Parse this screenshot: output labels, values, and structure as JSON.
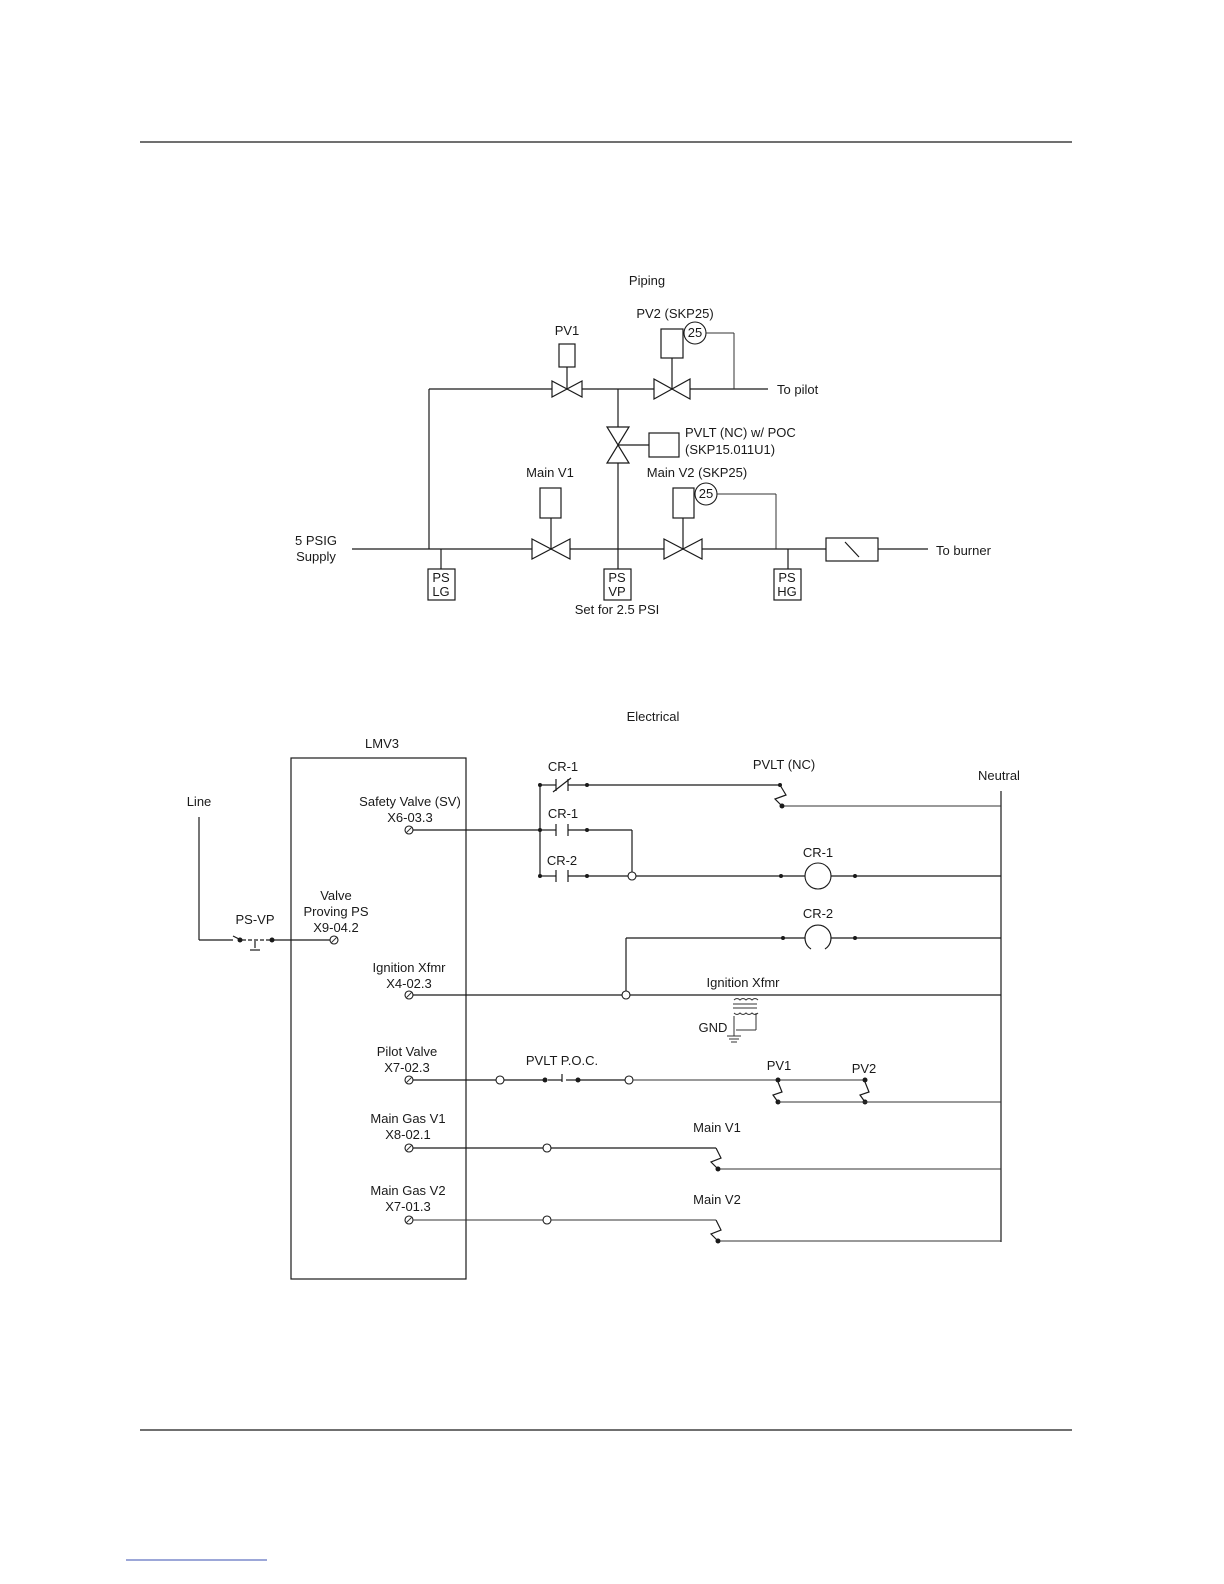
{
  "piping": {
    "title": "Piping",
    "pv1": "PV1",
    "pv2": "PV2 (SKP25)",
    "to_pilot": "To pilot",
    "pvlt_line1": "PVLT (NC) w/ POC",
    "pvlt_line2": "(SKP15.011U1)",
    "main_v1": "Main V1",
    "main_v2": "Main V2 (SKP25)",
    "gauge": "25",
    "supply_line1": "5 PSIG",
    "supply_line2": "Supply",
    "to_burner": "To burner",
    "ps_lg": [
      "PS",
      "LG"
    ],
    "ps_vp": [
      "PS",
      "VP"
    ],
    "ps_hg": [
      "PS",
      "HG"
    ],
    "vp_note": "Set for 2.5 PSI"
  },
  "electrical": {
    "title": "Electrical",
    "lmv3": "LMV3",
    "line": "Line",
    "neutral": "Neutral",
    "ps_vp": "PS-VP",
    "sv": [
      "Safety Valve (SV)",
      "X6-03.3"
    ],
    "vp": [
      "Valve",
      "Proving PS",
      "X9-04.2"
    ],
    "ign": [
      "Ignition Xfmr",
      "X4-02.3"
    ],
    "pilot": [
      "Pilot Valve",
      "X7-02.3"
    ],
    "mgv1": [
      "Main Gas V1",
      "X8-02.1"
    ],
    "mgv2": [
      "Main Gas V2",
      "X7-01.3"
    ],
    "cr1_nc": "CR-1",
    "cr1_no": "CR-1",
    "cr2_no": "CR-2",
    "pvlt_nc": "PVLT (NC)",
    "cr1_coil": "CR-1",
    "cr2_coil": "CR-2",
    "ign_xfmr": "Ignition Xfmr",
    "gnd": "GND",
    "pvlt_poc": "PVLT P.O.C.",
    "pv1": "PV1",
    "pv2": "PV2",
    "main_v1": "Main V1",
    "main_v2": "Main V2"
  }
}
